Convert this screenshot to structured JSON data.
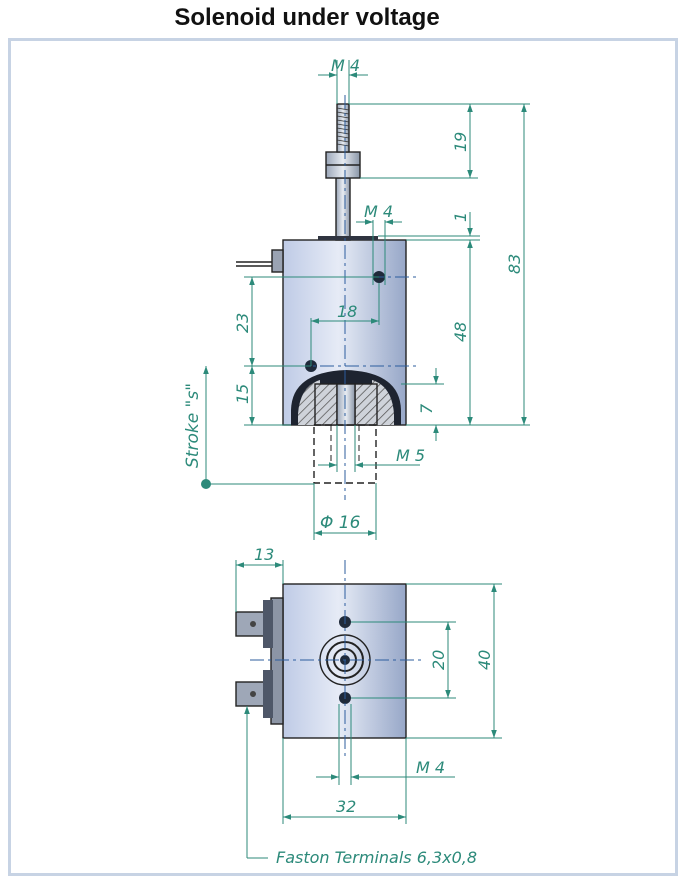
{
  "title": "Solenoid under voltage",
  "colors": {
    "dimension": "#2c8a7a",
    "body_light": "#dbe3f2",
    "body_dark": "#8f9fc2",
    "frame": "#c7d3e4"
  },
  "side_view": {
    "thread_top": "M 4",
    "thread_length": "19",
    "total_height": "83",
    "mount_thread": "M 4",
    "gap": "1",
    "body_height": "48",
    "hole_spacing": "18",
    "hole_upper": "23",
    "hole_lower": "15",
    "bottom_depth": "7",
    "bottom_thread": "M 5",
    "stroke_label": "Stroke \"s\"",
    "plunger_diameter": "Φ 16"
  },
  "top_view": {
    "terminal_offset": "13",
    "hole_distance": "20",
    "height": "40",
    "thread": "M 4",
    "width": "32",
    "terminals_label": "Faston Terminals 6,3x0,8"
  }
}
